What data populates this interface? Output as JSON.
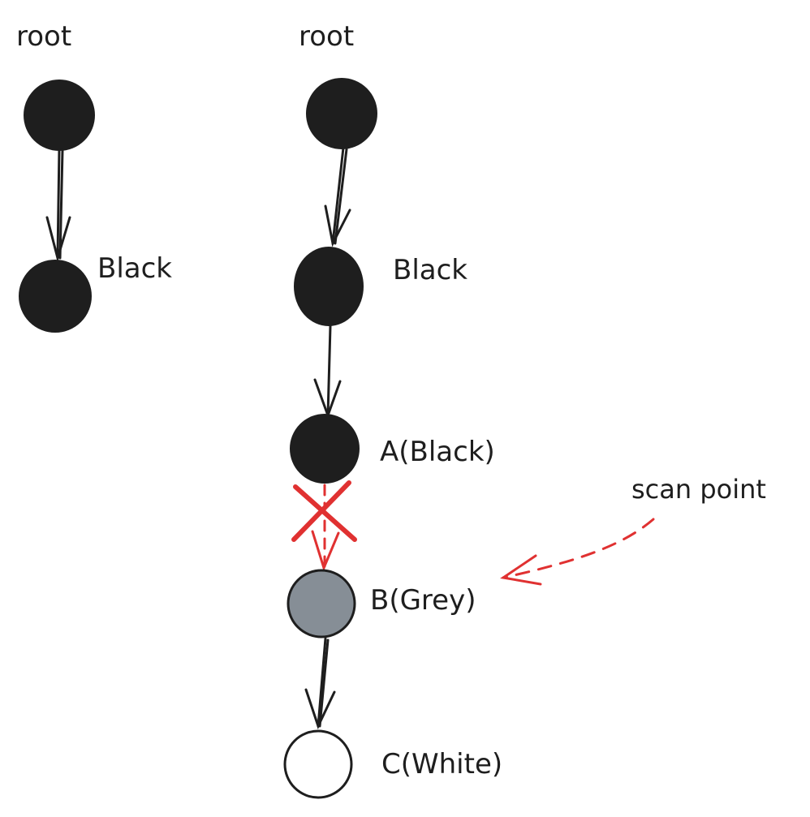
{
  "left_tree": {
    "root_label": "root",
    "node2_label": "Black"
  },
  "right_tree": {
    "root_label": "root",
    "node2_label": "Black",
    "node_a_label": "A(Black)",
    "node_b_label": "B(Grey)",
    "node_c_label": "C(White)"
  },
  "annotation": {
    "label": "scan point"
  },
  "colors": {
    "black_node": "#1e1e1e",
    "grey_node": "#868e96",
    "white_node": "#ffffff",
    "deleted_edge": "#e03131",
    "pointer": "#e03131"
  }
}
